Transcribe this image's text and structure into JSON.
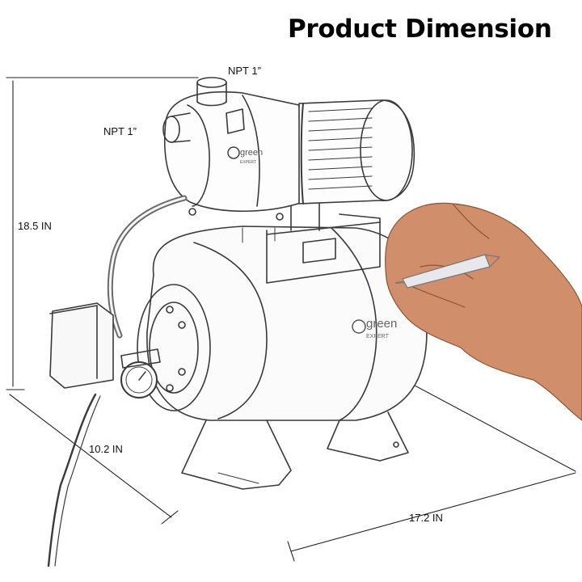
{
  "title": "Product Dimension",
  "labels": {
    "inlet_top": "NPT 1”",
    "inlet_side": "NPT 1”",
    "height": "18.5 IN",
    "depth": "10.2 IN",
    "width": "17.2 IN"
  },
  "brand": {
    "motor_logo_text": "green",
    "motor_logo_sub": "EXPERT",
    "tank_logo_text": "green",
    "tank_logo_sub": "EXPERT"
  },
  "colors": {
    "line": "#3a3a3a",
    "skin": "#d08e6a",
    "skin_shadow": "#a9684a",
    "pencil": "#e8e8ec"
  }
}
